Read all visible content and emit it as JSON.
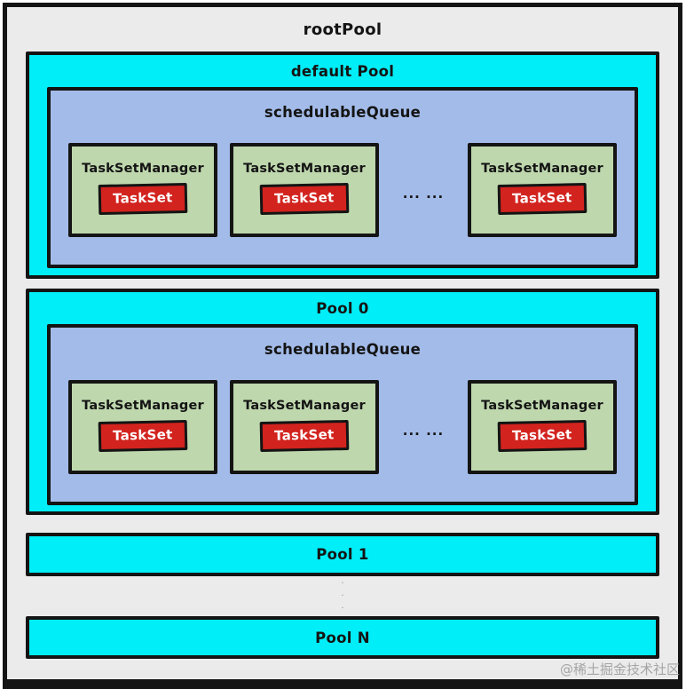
{
  "diagram": {
    "root_title": "rootPool",
    "pools": [
      {
        "title": "default Pool",
        "queue": {
          "title": "schedulableQueue",
          "ellipsis": "... ...",
          "managers": [
            {
              "title": "TaskSetManager",
              "badge": "TaskSet"
            },
            {
              "title": "TaskSetManager",
              "badge": "TaskSet"
            },
            {
              "title": "TaskSetManager",
              "badge": "TaskSet"
            }
          ]
        }
      },
      {
        "title": "Pool 0",
        "queue": {
          "title": "schedulableQueue",
          "ellipsis": "... ...",
          "managers": [
            {
              "title": "TaskSetManager",
              "badge": "TaskSet"
            },
            {
              "title": "TaskSetManager",
              "badge": "TaskSet"
            },
            {
              "title": "TaskSetManager",
              "badge": "TaskSet"
            }
          ]
        }
      }
    ],
    "bars": [
      {
        "title": "Pool 1"
      },
      {
        "title": "Pool N"
      }
    ],
    "vertical_dots": "·\n·\n·",
    "watermark": "@稀土掘金技术社区"
  },
  "colors": {
    "canvas": "#ffffff",
    "frame": "#141414",
    "background": "#ebebeb",
    "pool": "#00eef7",
    "queue": "#a3bbe8",
    "manager": "#bed7ad",
    "badge": "#d2231e",
    "badge_text": "#ffffff",
    "text": "#141414",
    "watermark": "#999999"
  }
}
